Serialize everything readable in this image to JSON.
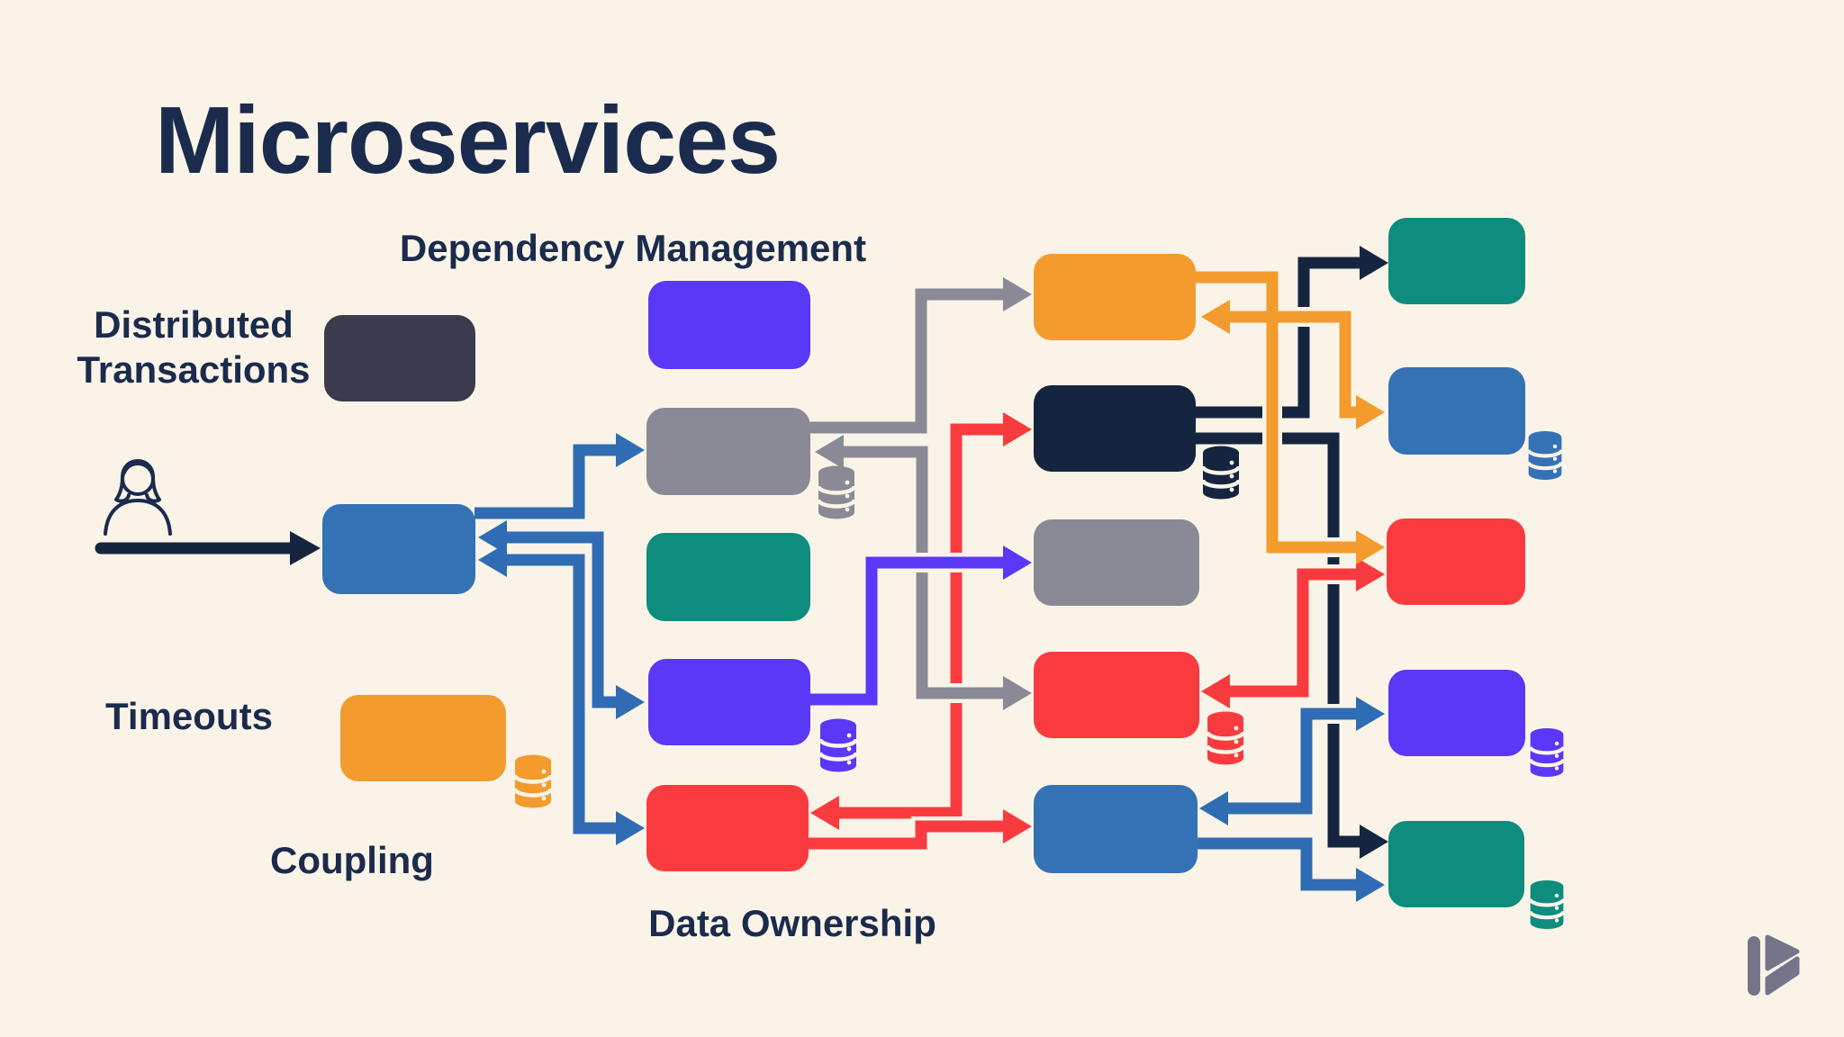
{
  "title": "Microservices",
  "labels": {
    "dependency_management": "Dependency Management",
    "distributed_transactions": "Distributed Transactions",
    "timeouts": "Timeouts",
    "coupling": "Coupling",
    "data_ownership": "Data Ownership"
  },
  "colors": {
    "background": "#FAF4E8",
    "text_navy": "#1B2B4D",
    "navy": "#16253F",
    "blue": "#3571B5",
    "arrow_blue": "#2F6CB3",
    "orange": "#F49B2E",
    "red": "#F93B40",
    "purple": "#5B37F7",
    "teal": "#0E8C7D",
    "gray": "#8A8A96",
    "charcoal": "#3B3B4D",
    "logo_gray": "#75758A"
  },
  "diagram": {
    "icons": [
      "woman-user-icon",
      "database-icon",
      "play-b-logo-icon"
    ],
    "columns": [
      {
        "id": "col-1",
        "nodes": [
          {
            "id": "distributed-transactions-box",
            "color": "charcoal",
            "database": false
          },
          {
            "id": "client-entry-box",
            "color": "blue",
            "database": false
          },
          {
            "id": "timeouts-box",
            "color": "orange",
            "database": true
          }
        ]
      },
      {
        "id": "col-2",
        "nodes": [
          {
            "id": "dependency-management-box",
            "color": "purple",
            "database": false
          },
          {
            "id": "service-gray-2",
            "color": "gray",
            "database": true
          },
          {
            "id": "service-teal-2",
            "color": "teal",
            "database": false
          },
          {
            "id": "service-purple-2",
            "color": "purple",
            "database": true
          },
          {
            "id": "service-red-2",
            "color": "red",
            "database": false
          }
        ]
      },
      {
        "id": "col-3",
        "nodes": [
          {
            "id": "service-orange-3",
            "color": "orange",
            "database": false
          },
          {
            "id": "service-navy-3",
            "color": "navy",
            "database": true
          },
          {
            "id": "service-gray-3",
            "color": "gray",
            "database": false
          },
          {
            "id": "service-red-3",
            "color": "red",
            "database": true
          },
          {
            "id": "service-blue-3",
            "color": "blue",
            "database": false
          }
        ]
      },
      {
        "id": "col-4",
        "nodes": [
          {
            "id": "service-teal-4a",
            "color": "teal",
            "database": false
          },
          {
            "id": "service-blue-4",
            "color": "blue",
            "database": true
          },
          {
            "id": "service-red-4",
            "color": "red",
            "database": false
          },
          {
            "id": "service-purple-4",
            "color": "purple",
            "database": true
          },
          {
            "id": "service-teal-4b",
            "color": "teal",
            "database": true
          }
        ]
      }
    ],
    "connections": [
      {
        "from": "user",
        "to": "client-entry-box",
        "color": "navy",
        "arrowheads": [
          "end"
        ]
      },
      {
        "from": "client-entry-box",
        "to": "service-gray-2",
        "color": "arrow_blue",
        "arrowheads": [
          "end"
        ]
      },
      {
        "from": "client-entry-box",
        "to": "service-purple-2",
        "color": "arrow_blue",
        "arrowheads": [
          "start",
          "end"
        ]
      },
      {
        "from": "client-entry-box",
        "to": "service-red-2",
        "color": "arrow_blue",
        "arrowheads": [
          "start",
          "end"
        ]
      },
      {
        "from": "service-gray-2",
        "to": "service-orange-3",
        "color": "gray",
        "arrowheads": [
          "end"
        ]
      },
      {
        "from": "service-gray-2",
        "to": "service-red-3",
        "color": "gray",
        "arrowheads": [
          "start",
          "end"
        ]
      },
      {
        "from": "service-red-2",
        "to": "service-navy-3",
        "color": "red",
        "arrowheads": [
          "start",
          "end"
        ]
      },
      {
        "from": "service-red-2",
        "to": "service-blue-3",
        "color": "red",
        "arrowheads": [
          "end"
        ]
      },
      {
        "from": "service-purple-2",
        "to": "service-gray-3",
        "color": "purple",
        "arrowheads": [
          "end"
        ]
      },
      {
        "from": "service-orange-3",
        "to": "service-red-4",
        "color": "orange",
        "arrowheads": [
          "end"
        ]
      },
      {
        "from": "service-orange-3",
        "to": "service-blue-4",
        "color": "orange",
        "arrowheads": [
          "start",
          "end"
        ]
      },
      {
        "from": "service-navy-3",
        "to": "service-teal-4a",
        "color": "navy",
        "arrowheads": [
          "end"
        ]
      },
      {
        "from": "service-navy-3",
        "to": "service-teal-4b",
        "color": "navy",
        "arrowheads": [
          "end"
        ]
      },
      {
        "from": "service-red-3",
        "to": "service-red-4",
        "color": "red",
        "arrowheads": [
          "start",
          "end"
        ]
      },
      {
        "from": "service-blue-3",
        "to": "service-purple-4",
        "color": "arrow_blue",
        "arrowheads": [
          "start",
          "end"
        ]
      },
      {
        "from": "service-blue-3",
        "to": "service-teal-4b",
        "color": "arrow_blue",
        "arrowheads": [
          "end"
        ]
      }
    ]
  }
}
